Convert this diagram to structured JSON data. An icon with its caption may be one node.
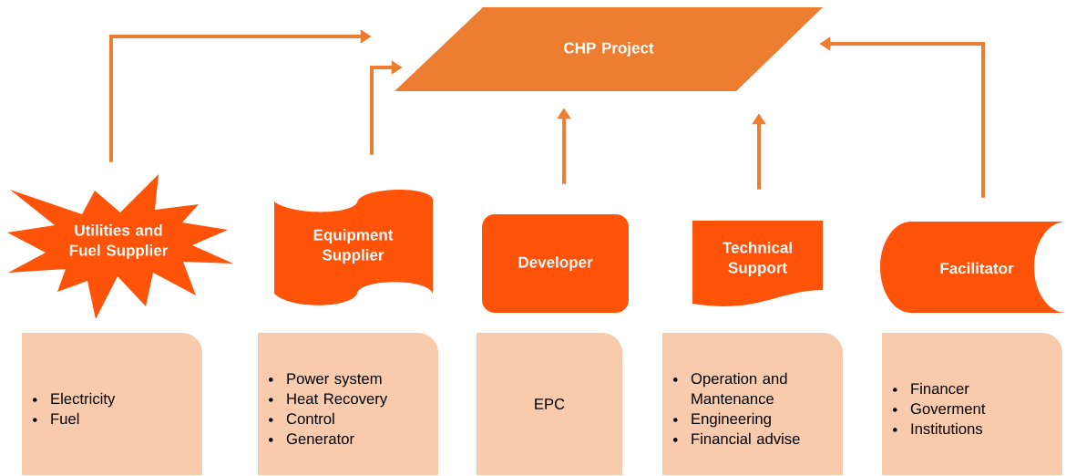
{
  "diagram": {
    "nodes": [
      {
        "text": [
          "CHP Project"
        ]
      },
      {
        "text": [
          "Utilities and Fuel Supplier"
        ]
      },
      {
        "text": [
          "Equipment Supplier"
        ]
      },
      {
        "text": [
          "Developer"
        ]
      },
      {
        "text": [
          "Technical Support"
        ]
      },
      {
        "text": [
          "Facilitator"
        ]
      },
      {
        "text": [
          "Electricity",
          "Fuel"
        ]
      },
      {
        "text": [
          "Power system",
          "Heat Recovery",
          "Control",
          "Generator"
        ]
      },
      {
        "text": [
          "EPC"
        ]
      },
      {
        "text": [
          "Operation and Mantenance",
          "Engineering",
          "Financial advise"
        ]
      },
      {
        "text": [
          "Financer",
          "Goverment",
          "Institutions"
        ]
      }
    ],
    "edges": [
      {
        "from": 1,
        "to": 0,
        "arrow": "to"
      },
      {
        "from": 2,
        "to": 0,
        "arrow": "to"
      },
      {
        "from": 3,
        "to": 0,
        "arrow": "to"
      },
      {
        "from": 4,
        "to": 0,
        "arrow": "to"
      },
      {
        "from": 5,
        "to": 0,
        "arrow": "to"
      }
    ]
  }
}
